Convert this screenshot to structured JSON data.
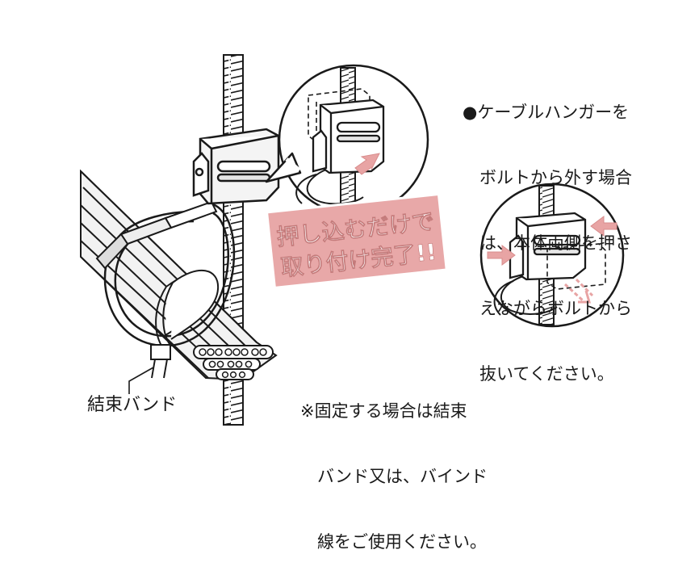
{
  "notes": {
    "removal_note": {
      "bullet": "●",
      "lines": [
        "ケーブルハンガーを",
        "ボルトから外す場合",
        "は、本体両側を押さ",
        "えながらボルトから",
        "抜いてください。"
      ]
    },
    "fixing_note": {
      "mark": "※",
      "lines": [
        "固定する場合は結束",
        "バンド又は、バインド",
        "線をご使用ください。"
      ]
    }
  },
  "labels": {
    "cable_tie": "結束バンド"
  },
  "banner": {
    "line1": "押し込むだけで",
    "line2": "取り付け完了!!",
    "fill_color": "#e8a8a8",
    "text_color": "#ffffff"
  },
  "colors": {
    "outline": "#1a1a1a",
    "arrow_pink": "#e8a4a4",
    "part_gray": "#d9d9d9"
  }
}
